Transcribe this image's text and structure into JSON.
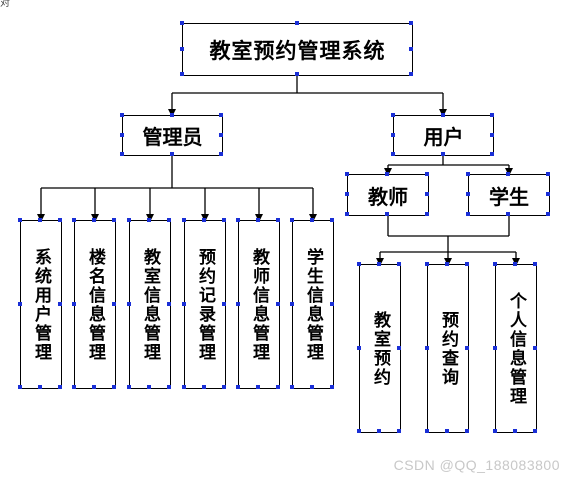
{
  "corner_mark": "对",
  "root": {
    "label": "教室预约管理系统"
  },
  "admin": {
    "label": "管理员",
    "children": [
      {
        "label": "系统用户管理"
      },
      {
        "label": "楼名信息管理"
      },
      {
        "label": "教室信息管理"
      },
      {
        "label": "预约记录管理"
      },
      {
        "label": "教师信息管理"
      },
      {
        "label": "学生信息管理"
      }
    ]
  },
  "user": {
    "label": "用户",
    "teacher": {
      "label": "教师"
    },
    "student": {
      "label": "学生"
    },
    "children": [
      {
        "label": "教室预约"
      },
      {
        "label": "预约查询"
      },
      {
        "label": "个人信息管理"
      }
    ]
  },
  "colors": {
    "line": "#000000",
    "handle": "#1a2fd6",
    "watermark": "#c8c8c8"
  },
  "watermark": "CSDN @QQ_188083800"
}
